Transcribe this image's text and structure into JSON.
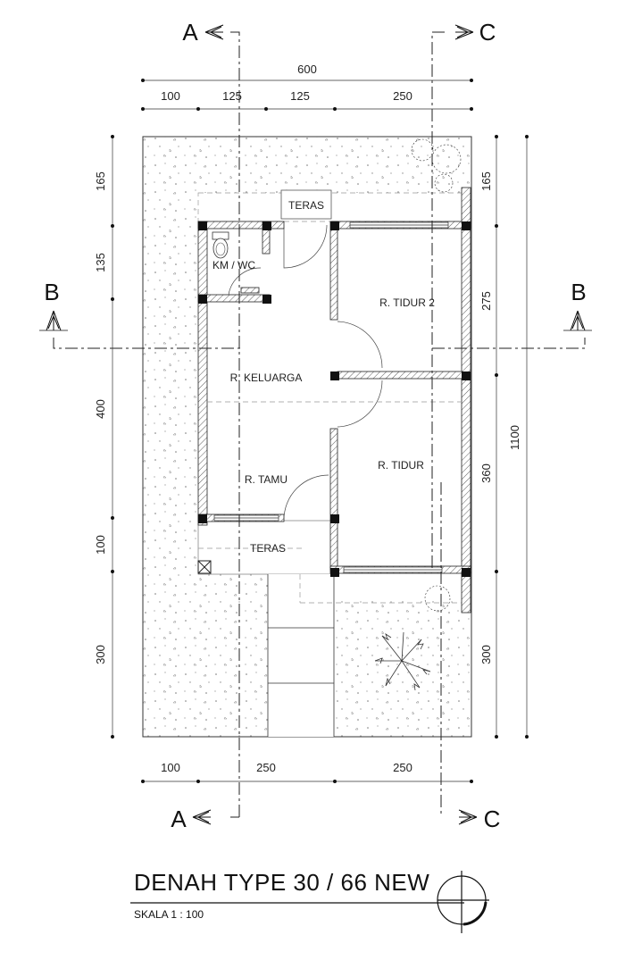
{
  "drawing": {
    "title": "DENAH TYPE 30 / 66 NEW",
    "scale": "SKALA   1 : 100"
  },
  "rooms": {
    "teras_top": "TERAS",
    "km_wc": "KM / WC",
    "tidur2": "R. TIDUR 2",
    "keluarga": "R. KELUARGA",
    "tamu": "R. TAMU",
    "tidur": "R. TIDUR",
    "teras_front": "TERAS"
  },
  "sections": {
    "a_top": "A",
    "c_top": "C",
    "b_left": "B",
    "b_right": "B",
    "a_bottom": "A",
    "c_bottom": "C"
  },
  "dimensions": {
    "top_total": "600",
    "top_1": "100",
    "top_2": "125",
    "top_3": "125",
    "top_4": "250",
    "left_1": "165",
    "left_2": "135",
    "left_3": "400",
    "left_4": "100",
    "left_5": "300",
    "right_1": "165",
    "right_2": "275",
    "right_3": "360",
    "right_4": "300",
    "right_total": "1100",
    "bottom_1": "100",
    "bottom_2": "250",
    "bottom_3": "250"
  }
}
